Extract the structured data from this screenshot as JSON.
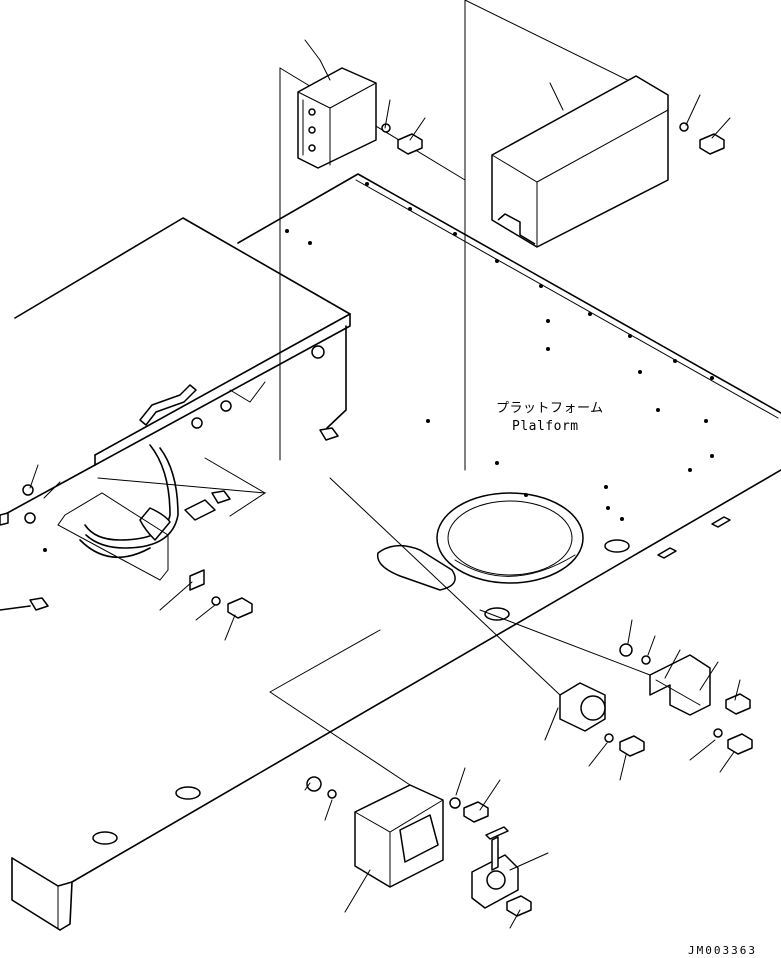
{
  "diagram": {
    "label_jp": "プラットフォーム",
    "label_en": "Plalform",
    "drawing_code": "JM003363",
    "colors": {
      "line": "#000000",
      "background": "#ffffff"
    }
  }
}
